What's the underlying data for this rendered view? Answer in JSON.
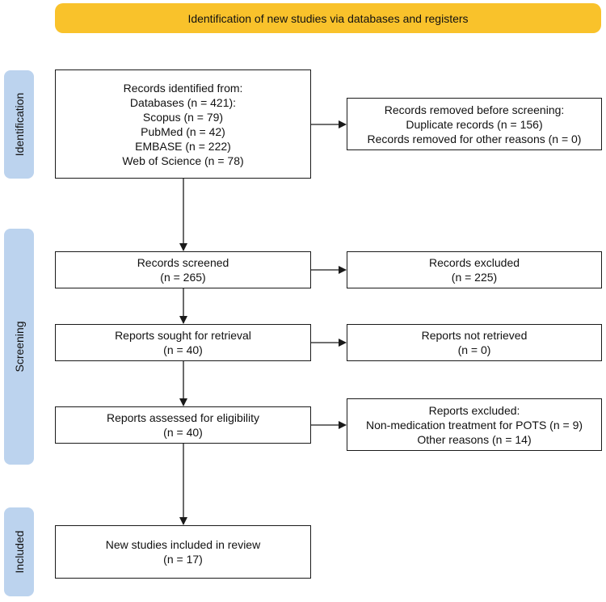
{
  "header": {
    "title": "Identification of new studies via databases and registers"
  },
  "phases": {
    "identification": "Identification",
    "screening": "Screening",
    "included": "Included"
  },
  "boxes": {
    "identified": {
      "lines": [
        "Records identified from:",
        "Databases (n = 421):",
        "Scopus (n = 79)",
        "PubMed (n = 42)",
        "EMBASE (n = 222)",
        "Web of Science (n = 78)"
      ]
    },
    "removed": {
      "lines": [
        "Records removed before screening:",
        "Duplicate records (n = 156)",
        "Records removed for other reasons (n = 0)"
      ]
    },
    "screened": {
      "lines": [
        "Records screened",
        "(n = 265)"
      ]
    },
    "excluded": {
      "lines": [
        "Records excluded",
        "(n = 225)"
      ]
    },
    "sought": {
      "lines": [
        "Reports sought for retrieval",
        "(n = 40)"
      ]
    },
    "not_retrieved": {
      "lines": [
        "Reports not retrieved",
        "(n = 0)"
      ]
    },
    "assessed": {
      "lines": [
        "Reports assessed for eligibility",
        "(n = 40)"
      ]
    },
    "reports_excluded": {
      "lines": [
        "Reports excluded:",
        "Non-medication treatment for POTS (n = 9)",
        "Other reasons (n = 14)"
      ]
    },
    "included": {
      "lines": [
        "New studies included in review",
        "(n = 17)"
      ]
    }
  },
  "colors": {
    "header": "#f9c22b",
    "phase": "#bcd3ee",
    "border": "#1a1a1a"
  }
}
